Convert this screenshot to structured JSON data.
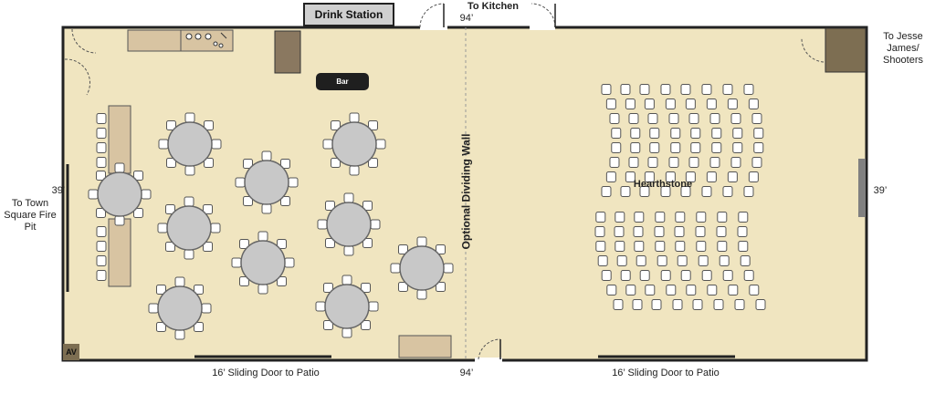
{
  "labels": {
    "drink_station": "Drink Station",
    "to_kitchen": "To Kitchen",
    "top_dimension": "94’",
    "bottom_dimension": "94’",
    "left_dimension": "39’",
    "right_dimension": "39’",
    "to_town_square": "To Town Square Fire Pit",
    "to_jesse_james": "To Jesse James/ Shooters",
    "bar": "Bar",
    "optional_wall": "Optional Dividing Wall",
    "hearthstone": "Hearthstone",
    "av": "AV",
    "sliding_door_left": "16’ Sliding Door to Patio",
    "sliding_door_right": "16’ Sliding Door to Patio"
  },
  "colors": {
    "floor": "#f0e5c0",
    "wall": "#222222",
    "table": "#c8c8c8",
    "chair": "#ffffff",
    "furniture": "#d8c4a2",
    "furniture_dark": "#8a7860",
    "accent_gray": "#808080"
  },
  "layout": {
    "round_tables": 10,
    "chairs_per_table": 8,
    "theater_left_block_rows": 8,
    "theater_left_block_cols": 8,
    "theater_right_block_rows": 7,
    "theater_right_block_cols": 8
  }
}
